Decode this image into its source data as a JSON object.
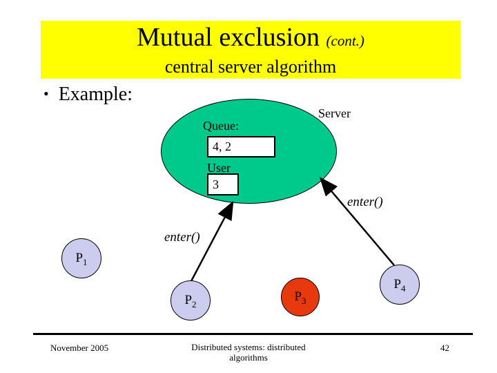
{
  "slide": {
    "title": "Mutual exclusion",
    "title_suffix": "(cont.)",
    "subtitle": "central server algorithm",
    "bullet_glyph": "•",
    "bullet": "Example:"
  },
  "diagram": {
    "server_label": "Server",
    "queue_label": "Queue:",
    "queue_value": "4, 2",
    "user_label": "User",
    "user_value": "3",
    "enter_label_mid": "enter()",
    "enter_label_right": "enter()",
    "processes": [
      {
        "name": "P",
        "sub": "1"
      },
      {
        "name": "P",
        "sub": "2"
      },
      {
        "name": "P",
        "sub": "3"
      },
      {
        "name": "P",
        "sub": "4"
      }
    ]
  },
  "footer": {
    "date": "November 2005",
    "center_line1": "Distributed systems: distributed",
    "center_line2": "algorithms",
    "page_number": "42"
  },
  "colors": {
    "banner_bg": "#ffff00",
    "server_fill": "#00c98c",
    "process_fill": "#ccccee",
    "active_fill": "#e8380d"
  }
}
